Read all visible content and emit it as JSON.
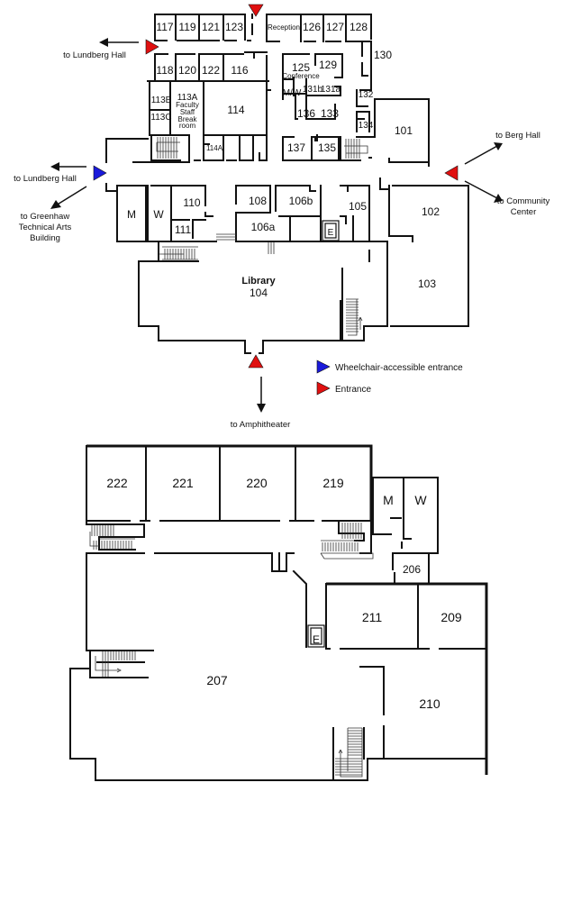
{
  "map": {
    "floor1": {
      "rooms": {
        "r117": "117",
        "r119": "119",
        "r121": "121",
        "r123": "123",
        "reception": "Reception",
        "r126": "126",
        "r127": "127",
        "r128": "128",
        "r130": "130",
        "r118": "118",
        "r120": "120",
        "r122": "122",
        "r116": "116",
        "r125": "125",
        "conference": "Conference",
        "r129": "129",
        "mw": "M/W",
        "r131b": "131b",
        "r131a": "131a",
        "r132": "132",
        "r113b": "113B",
        "r113c": "113C",
        "r113a": "113A",
        "r113a_desc": [
          "Faculty",
          "Staff",
          "Break",
          "room"
        ],
        "r114": "114",
        "r114a": "114A",
        "r136": "136",
        "r133": "133",
        "r134": "134",
        "r101": "101",
        "r137": "137",
        "r135": "135",
        "men": "M",
        "women": "W",
        "r110": "110",
        "r111": "111",
        "r108": "108",
        "r106b": "106b",
        "r106a": "106a",
        "elevator": "E",
        "r105": "105",
        "r102": "102",
        "library": "Library",
        "r104": "104",
        "r103": "103"
      },
      "directions": {
        "lundberg_top": "to Lundberg Hall",
        "lundberg_mid": "to Lundberg Hall",
        "greenhaw": [
          "to Greenhaw",
          "Technical Arts",
          "Building"
        ],
        "berg": "to Berg Hall",
        "community": [
          "to Community",
          "Center"
        ],
        "amphitheater": "to Amphitheater"
      }
    },
    "floor2": {
      "rooms": {
        "r222": "222",
        "r221": "221",
        "r220": "220",
        "r219": "219",
        "men": "M",
        "women": "W",
        "r206": "206",
        "r211": "211",
        "r209": "209",
        "elevator": "E",
        "r207": "207",
        "r210": "210"
      }
    },
    "legend": {
      "wheelchair": {
        "label": "Wheelchair-accessible entrance",
        "color": "#1a1adb"
      },
      "entrance": {
        "label": "Entrance",
        "color": "#e01010"
      }
    }
  }
}
